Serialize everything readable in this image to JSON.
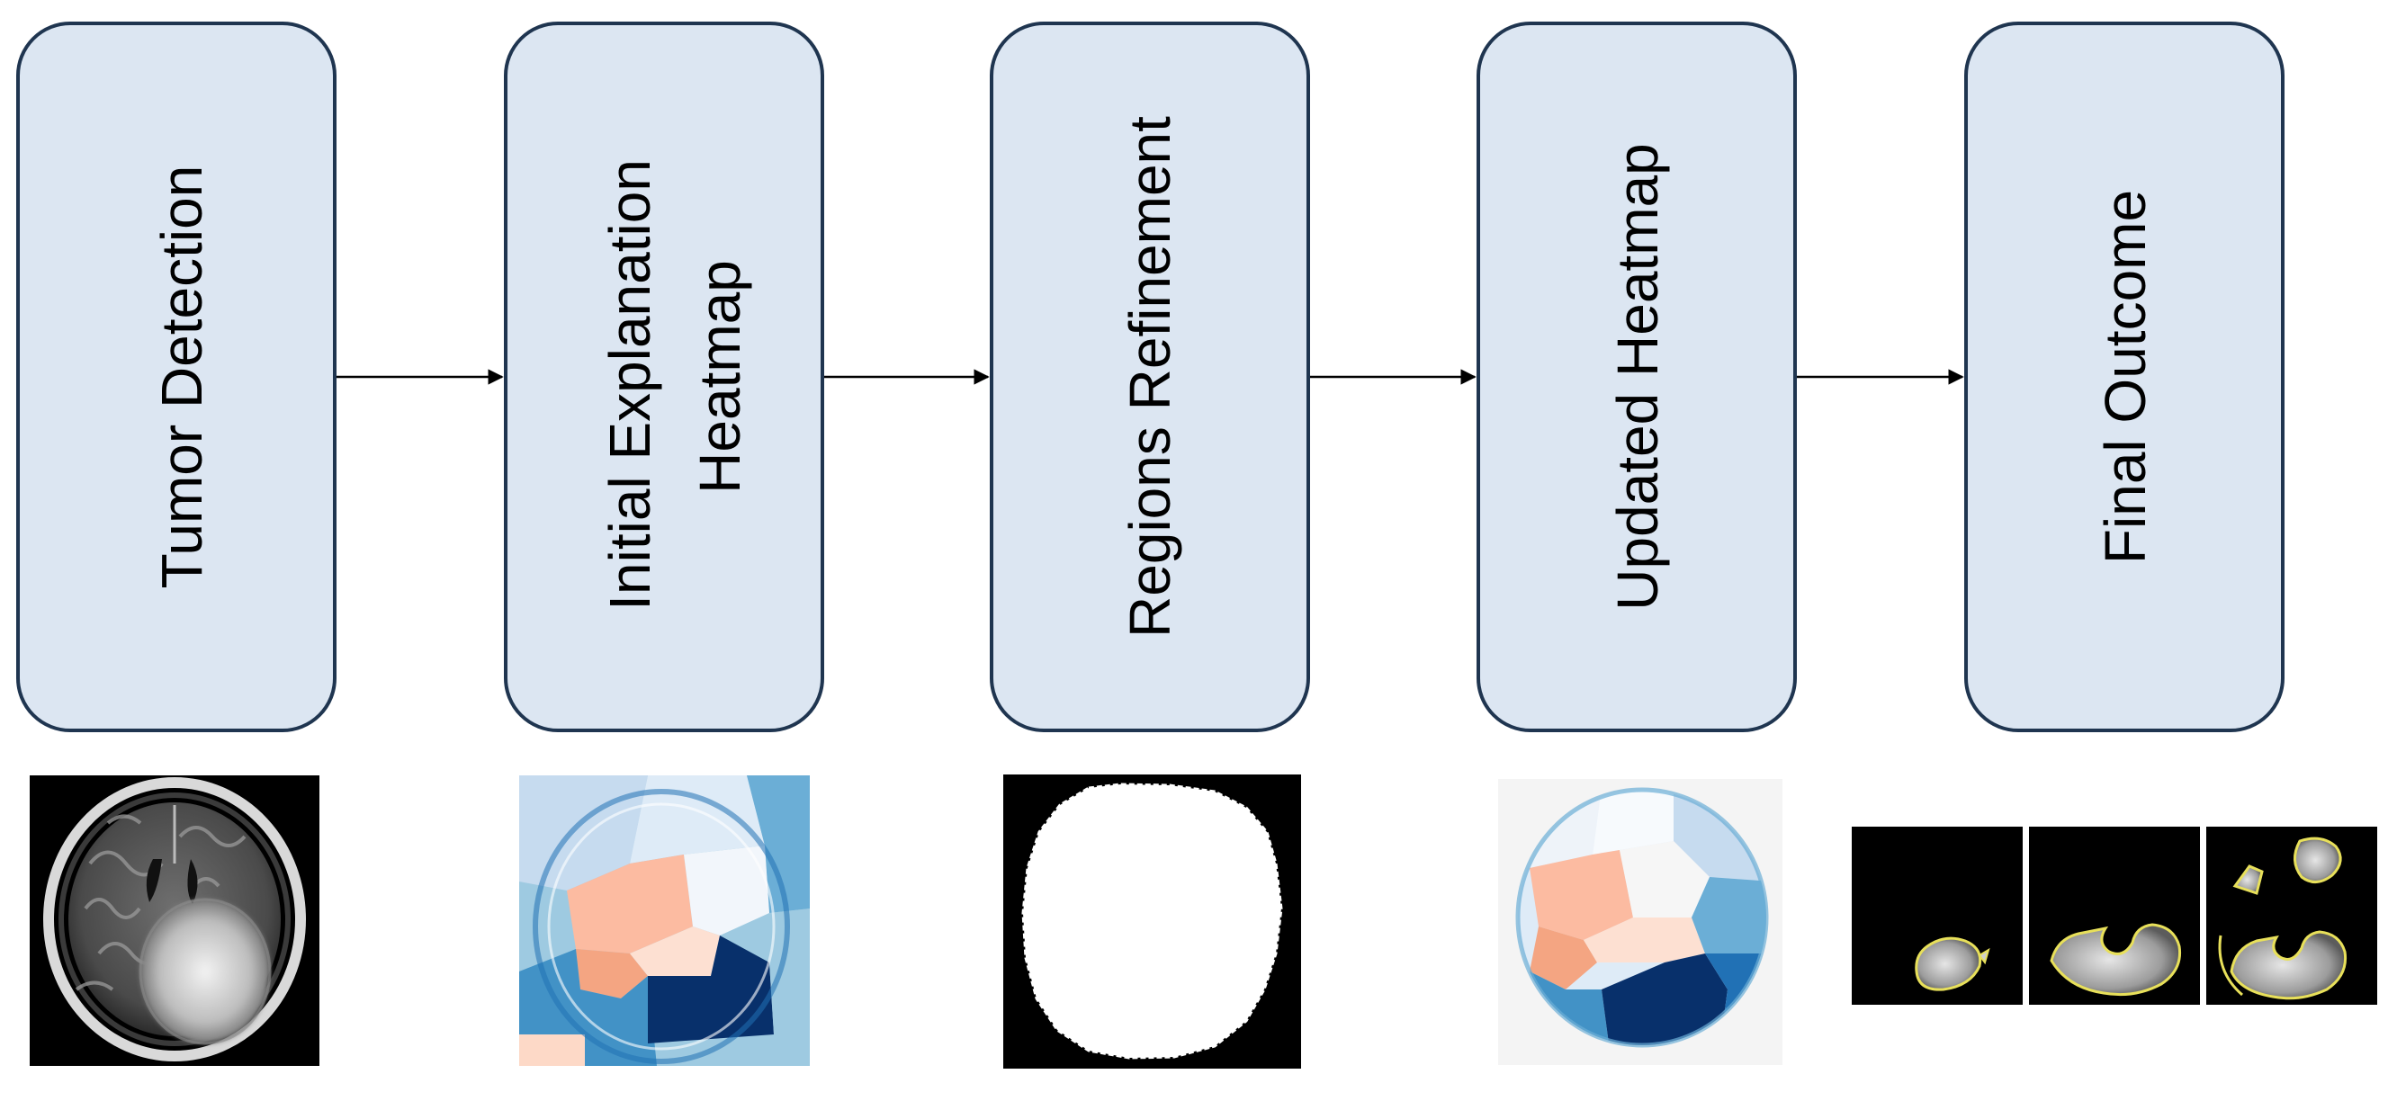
{
  "stages": [
    {
      "id": "tumor-detection",
      "lines": [
        "Tumor Detection"
      ]
    },
    {
      "id": "initial-explanation-heatmap",
      "lines": [
        "Initial Explanation",
        "Heatmap"
      ]
    },
    {
      "id": "regions-refinement",
      "lines": [
        "Regions Refinement"
      ]
    },
    {
      "id": "updated-heatmap",
      "lines": [
        "Updated Heatmap"
      ]
    },
    {
      "id": "final-outcome",
      "lines": [
        "Final Outcome"
      ]
    }
  ],
  "colors": {
    "box_fill": "#dce6f2",
    "box_stroke": "#1f3550",
    "heatmap_dark_blue": "#08306b",
    "heatmap_mid_blue": "#4292c6",
    "heatmap_light_blue": "#9ecae1",
    "heatmap_pale_blue": "#deebf7",
    "heatmap_peach": "#fcbba1",
    "heatmap_orange": "#f4a582",
    "outline_yellow": "#e8e05a"
  },
  "images": [
    {
      "stage": "tumor-detection",
      "kind": "mri-brain-scan"
    },
    {
      "stage": "initial-explanation-heatmap",
      "kind": "explanation-heatmap"
    },
    {
      "stage": "regions-refinement",
      "kind": "binary-mask"
    },
    {
      "stage": "updated-heatmap",
      "kind": "refined-heatmap"
    },
    {
      "stage": "final-outcome",
      "kind": "segmented-region-panels",
      "panel_count": 3
    }
  ]
}
